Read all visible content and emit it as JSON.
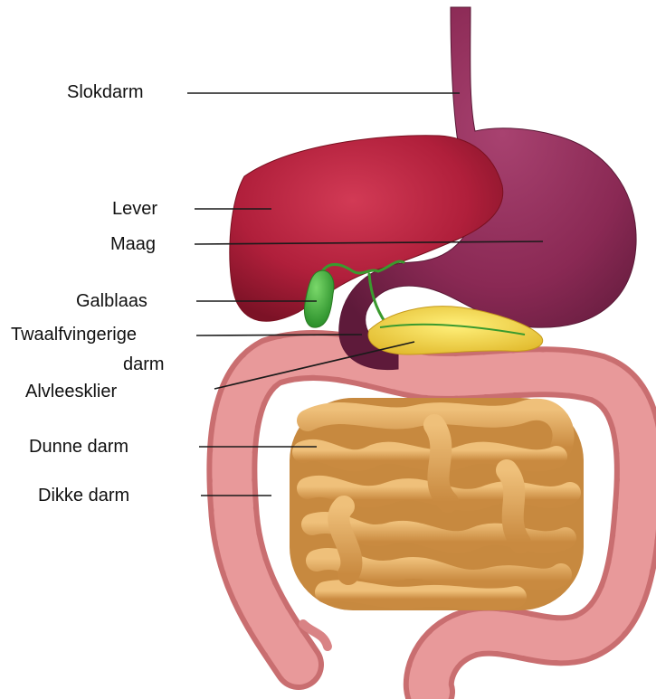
{
  "labels": {
    "esophagus": "Slokdarm",
    "liver": "Lever",
    "stomach": "Maag",
    "gallbladder": "Galblaas",
    "duodenum_line1": "Twaalfvingerige",
    "duodenum_line2": "darm",
    "pancreas": "Alvleesklier",
    "small_intestine": "Dunne darm",
    "large_intestine": "Dikke darm"
  },
  "colors": {
    "background": "#ffffff",
    "esophagus_stomach": "#8e2a55",
    "liver": "#b51f3c",
    "gallbladder": "#3fae3a",
    "pancreas": "#f3d43a",
    "small_intestine": "#d9a25a",
    "large_intestine": "#d97f80",
    "leader_line": "#1a1a1a"
  }
}
